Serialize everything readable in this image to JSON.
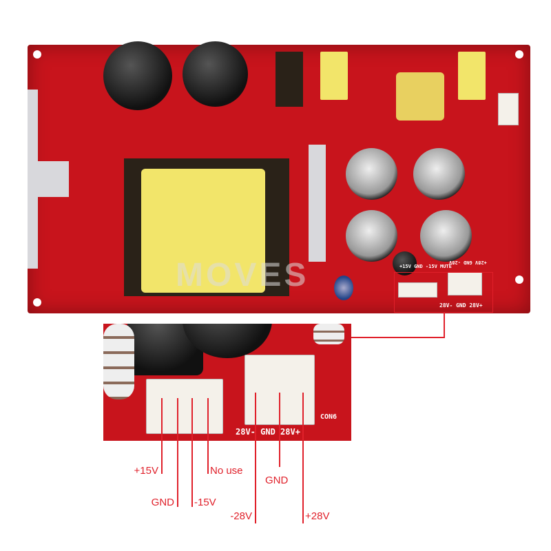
{
  "watermark": "MOVES",
  "board": {
    "callout_color": "#e0202a",
    "pcb_color": "#c8141c",
    "silkscreen_labels": {
      "con_small": "+15V GND -15V MUTE",
      "con_big_top": "+28V GND -28V",
      "con_big_bottom": "28V- GND 28V+"
    }
  },
  "inset": {
    "connector_text": "28V- GND 28V+",
    "con_label": "CON6"
  },
  "pin_labels": {
    "small_connector": [
      "+15V",
      "GND",
      "-15V",
      "No use"
    ],
    "big_connector": [
      "-28V",
      "GND",
      "+28V"
    ]
  }
}
